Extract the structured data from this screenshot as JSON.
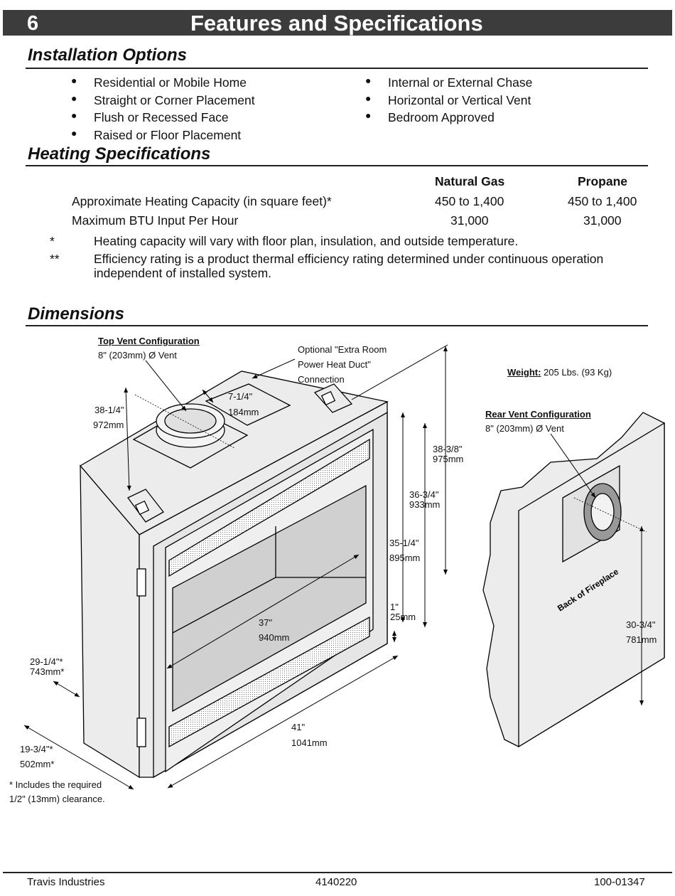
{
  "header": {
    "page_number": "6",
    "title": "Features and Specifications"
  },
  "installation": {
    "title": "Installation Options",
    "left": [
      "Residential or Mobile Home",
      "Straight or Corner Placement",
      "Flush or Recessed Face",
      "Raised or Floor Placement"
    ],
    "right": [
      "Internal or External Chase",
      "Horizontal or Vertical Vent",
      "Bedroom Approved"
    ]
  },
  "heating": {
    "title": "Heating Specifications",
    "columns": [
      "Natural Gas",
      "Propane"
    ],
    "rows": [
      {
        "label": "Approximate Heating Capacity (in square feet)*",
        "natural_gas": "450 to 1,400",
        "propane": "450 to 1,400"
      },
      {
        "label": "Maximum BTU Input Per Hour",
        "natural_gas": "31,000",
        "propane": "31,000"
      }
    ],
    "notes": [
      {
        "mark": "*",
        "text": "Heating capacity will vary with floor plan, insulation, and outside temperature."
      },
      {
        "mark": "**",
        "text_line1": "Efficiency rating is a product thermal efficiency rating determined under continuous operation",
        "text_line2": "independent of installed system."
      }
    ]
  },
  "dimensions": {
    "title": "Dimensions",
    "top_vent": {
      "title": "Top Vent Configuration",
      "spec": "8\" (203mm) Ø Vent"
    },
    "duct": {
      "line1": "Optional \"Extra Room",
      "line2": "Power Heat Duct\"",
      "line3": "Connection"
    },
    "weight": {
      "label": "Weight:",
      "value": " 205 Lbs. (93 Kg)"
    },
    "rear_vent": {
      "title": "Rear Vent Configuration",
      "spec": "8\" (203mm) Ø Vent"
    },
    "back_label": "Back of Fireplace",
    "measures": {
      "d_38_1_4": {
        "in": "38-1/4\"",
        "mm": "972mm"
      },
      "d_7_1_4": {
        "in": "7-1/4\"",
        "mm": "184mm"
      },
      "d_38_3_8": {
        "in": "38-3/8\"",
        "mm": "975mm"
      },
      "d_36_3_4": {
        "in": "36-3/4\"",
        "mm": "933mm"
      },
      "d_35_1_4": {
        "in": "35-1/4\"",
        "mm": "895mm"
      },
      "d_1": {
        "in": "1\"",
        "mm": "25mm"
      },
      "d_37": {
        "in": "37\"",
        "mm": "940mm"
      },
      "d_41": {
        "in": "41\"",
        "mm": "1041mm"
      },
      "d_29_1_4": {
        "in": "29-1/4\"*",
        "mm": "743mm*"
      },
      "d_19_3_4": {
        "in": "19-3/4\"*",
        "mm": "502mm*"
      },
      "d_30_3_4": {
        "in": "30-3/4\"",
        "mm": "781mm"
      }
    },
    "clearance_note": {
      "line1": "* Includes the required",
      "line2": "1/2\" (13mm) clearance."
    }
  },
  "footer": {
    "company": "Travis Industries",
    "center_code": "4140220",
    "right_code": "100-01347"
  }
}
